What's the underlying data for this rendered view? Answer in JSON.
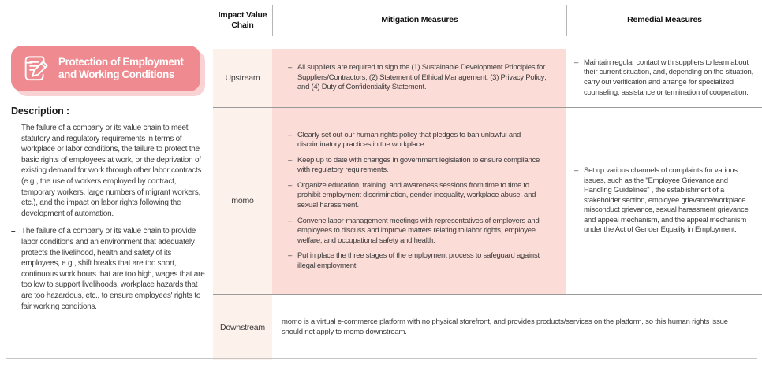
{
  "badge": {
    "title": "Protection of Employment and Working Conditions",
    "icon": "document-pencil-icon"
  },
  "description": {
    "heading": "Description :",
    "bullets": [
      "The failure of a company or its value chain to meet statutory and regulatory requirements in terms of workplace or labor conditions, the failure to protect the basic rights of employees at work, or the deprivation of existing demand for work through other labor contracts (e.g., the use of workers employed by contract, temporary workers, large numbers of migrant workers, etc.), and the impact on labor rights following the development of automation.",
      "The failure of a company or its value chain to provide labor conditions and an environment that adequately protects the livelihood, health and safety of its employees, e.g., shift breaks that are too short, continuous work hours that are too high, wages that are too low to support livelihoods, workplace hazards that are too hazardous, etc., to ensure employees' rights to fair working conditions."
    ]
  },
  "table": {
    "headers": {
      "value_chain": "Impact Value Chain",
      "mitigation": "Mitigation Measures",
      "remedial": "Remedial Measures"
    },
    "rows": [
      {
        "label": "Upstream",
        "mitigation": [
          "All suppliers are required to sign the (1) Sustainable Development Principles for Suppliers/Contractors; (2) Statement of Ethical Management; (3) Privacy Policy; and (4) Duty of Confidentiality Statement."
        ],
        "remedial": [
          "Maintain regular contact with suppliers to learn about their current situation, and, depending on the situation, carry out verification and arrange for specialized counseling, assistance or termination of cooperation."
        ]
      },
      {
        "label": "momo",
        "mitigation": [
          "Clearly set out our human rights policy that pledges to ban unlawful and discriminatory practices in the workplace.",
          "Keep up to date with changes in government legislation to ensure compliance with regulatory requirements.",
          "Organize education, training, and awareness sessions from time to time to prohibit employment discrimination, gender inequality, workplace abuse, and sexual harassment.",
          "Convene labor-management meetings with representatives of employers and employees to discuss and improve matters relating to labor rights, employee welfare, and occupational safety and health.",
          "Put in place the three stages of the employment process to safeguard against illegal employment."
        ],
        "remedial": [
          "Set up various channels of complaints for various issues, such as the \"Employee Grievance and Handling Guidelines\" , the establishment of a stakeholder section, employee grievance/workplace misconduct grievance, sexual harassment grievance and appeal mechanism, and the appeal mechanism under the Act of Gender Equality in Employment."
        ]
      },
      {
        "label": "Downstream",
        "note": "momo is a virtual e-commerce platform with no physical storefront, and provides products/services on the platform, so this human rights issue should not apply to momo downstream."
      }
    ]
  },
  "colors": {
    "badge_pink": "#ef8b90",
    "badge_shadow": "#f9d2d3",
    "label_cell_bg": "#fdf1ec",
    "mitigation_cell_bg": "#fbdcd7",
    "row_divider": "#9a9a9a"
  }
}
